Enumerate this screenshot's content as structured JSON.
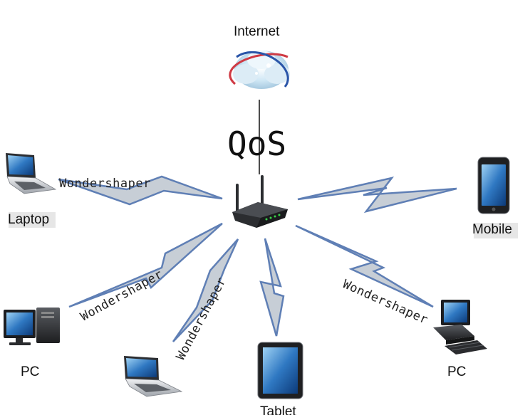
{
  "nodes": {
    "internet": {
      "label": "Internet",
      "icon": "cloud-globe-icon"
    },
    "router": {
      "icon": "wireless-router-icon"
    },
    "laptop_top": {
      "label": "Laptop",
      "icon": "laptop-icon"
    },
    "mobile": {
      "label": "Mobile",
      "icon": "smartphone-icon"
    },
    "pc_left": {
      "label": "PC",
      "icon": "desktop-pc-icon"
    },
    "laptop_bottom": {
      "label": "",
      "icon": "laptop-icon"
    },
    "tablet": {
      "label": "Tablet",
      "icon": "tablet-icon"
    },
    "pc_right": {
      "label": "PC",
      "icon": "desktop-pc-icon"
    }
  },
  "links": {
    "uplink_label": "QoS",
    "wondershaper_label": "Wondershaper"
  },
  "colors": {
    "bolt_fill": "#c7ced6",
    "bolt_stroke": "#5f7fb5",
    "router_body": "#2b2d30",
    "router_led": "#3ad14a"
  }
}
